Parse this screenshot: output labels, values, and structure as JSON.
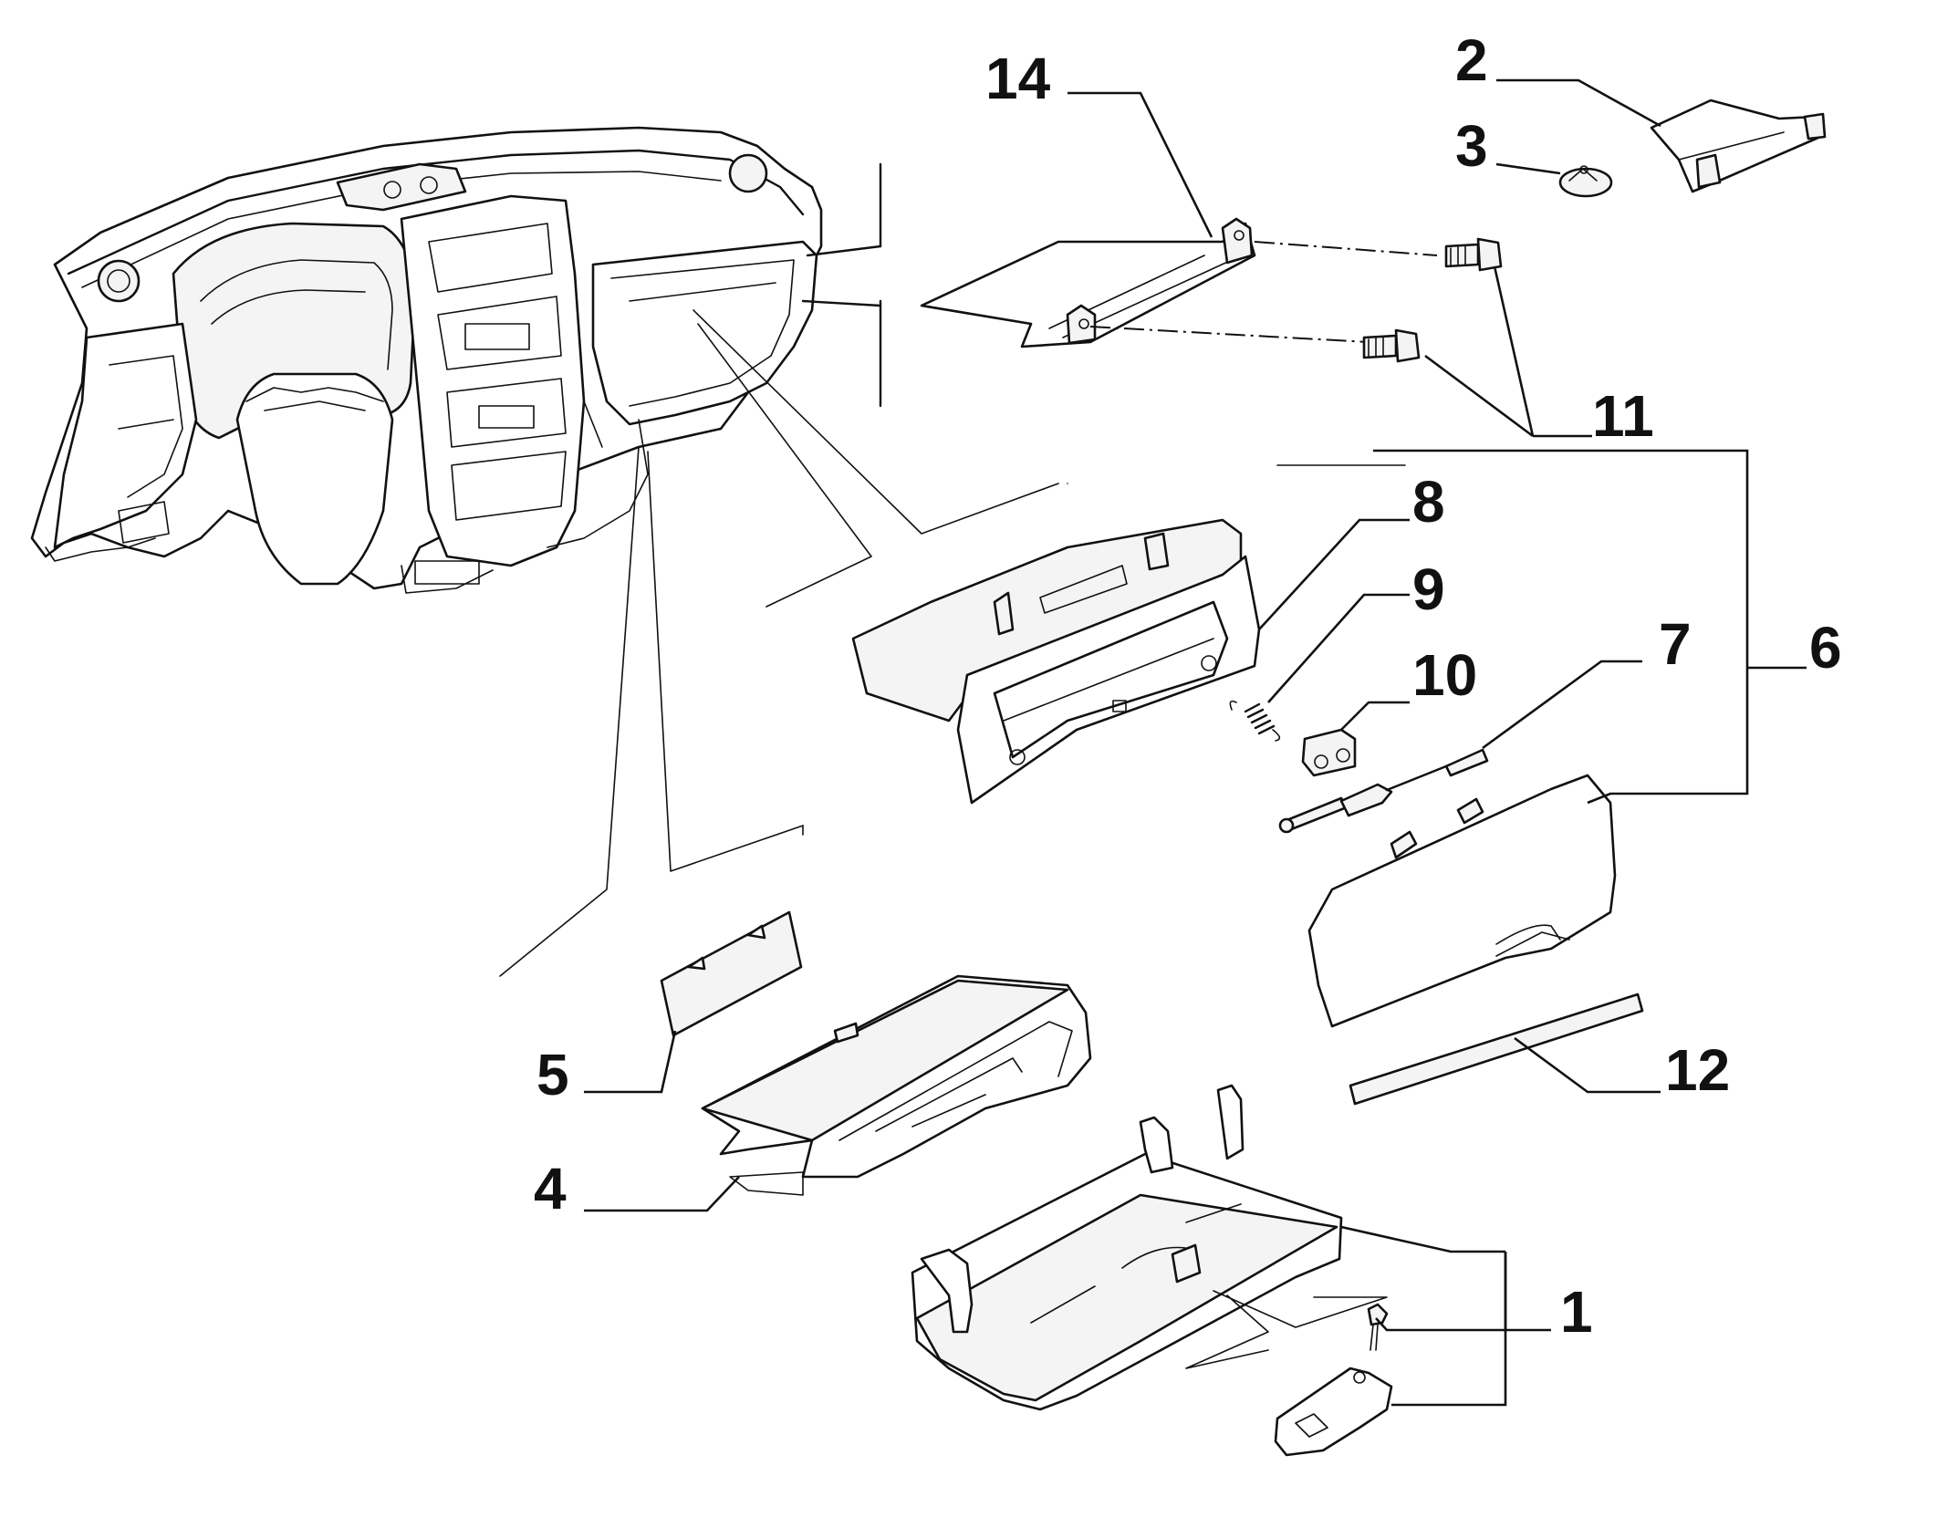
{
  "diagram": {
    "callouts": [
      {
        "id": "c1",
        "text": "1"
      },
      {
        "id": "c2",
        "text": "2"
      },
      {
        "id": "c3",
        "text": "3"
      },
      {
        "id": "c4",
        "text": "4"
      },
      {
        "id": "c5",
        "text": "5"
      },
      {
        "id": "c6",
        "text": "6"
      },
      {
        "id": "c7",
        "text": "7"
      },
      {
        "id": "c8",
        "text": "8"
      },
      {
        "id": "c9",
        "text": "9"
      },
      {
        "id": "c10",
        "text": "10"
      },
      {
        "id": "c11",
        "text": "11"
      },
      {
        "id": "c12",
        "text": "12"
      },
      {
        "id": "c14",
        "text": "14"
      }
    ],
    "colors": {
      "line": "#111111",
      "background": "#ffffff",
      "fill_light": "#f4f4f4"
    }
  }
}
